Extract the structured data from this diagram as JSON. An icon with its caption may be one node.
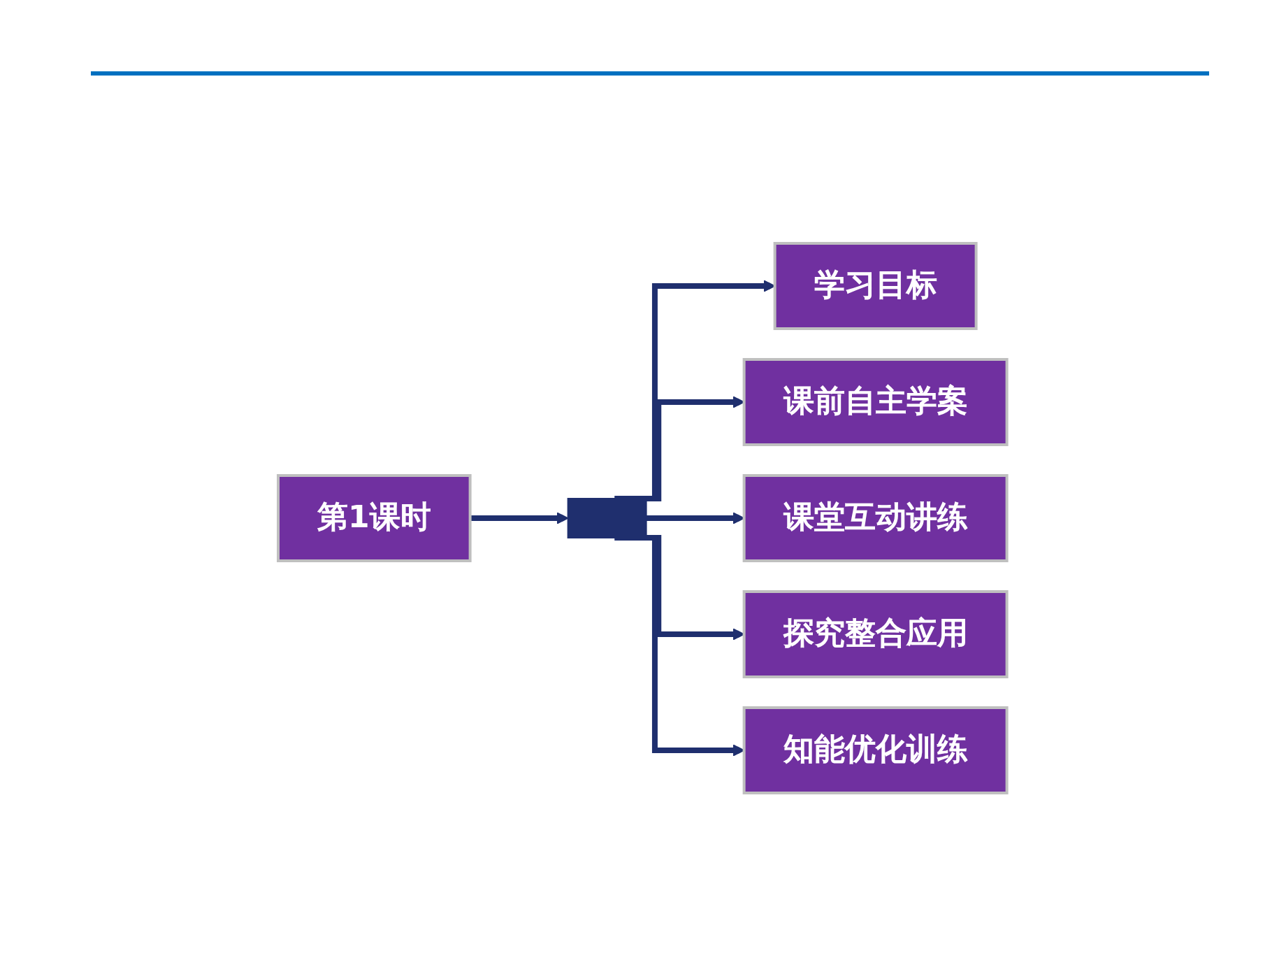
{
  "diagram": {
    "nodes": [
      {
        "text": [
          "第1课时"
        ]
      },
      {
        "text": [],
        "shape": "bar"
      },
      {
        "text": [
          "学习目标"
        ]
      },
      {
        "text": [
          "课前自主学案"
        ]
      },
      {
        "text": [
          "课堂互动讲练"
        ]
      },
      {
        "text": [
          "探究整合应用"
        ]
      },
      {
        "text": [
          "知能优化训练"
        ]
      }
    ],
    "edges": [
      {
        "from": 0,
        "to": 1,
        "arrow": "to"
      },
      {
        "from": 1,
        "to": 2,
        "arrow": "to"
      },
      {
        "from": 1,
        "to": 3,
        "arrow": "to"
      },
      {
        "from": 1,
        "to": 4,
        "arrow": "to"
      },
      {
        "from": 1,
        "to": 5,
        "arrow": "to"
      },
      {
        "from": 1,
        "to": 6,
        "arrow": "to"
      }
    ]
  }
}
